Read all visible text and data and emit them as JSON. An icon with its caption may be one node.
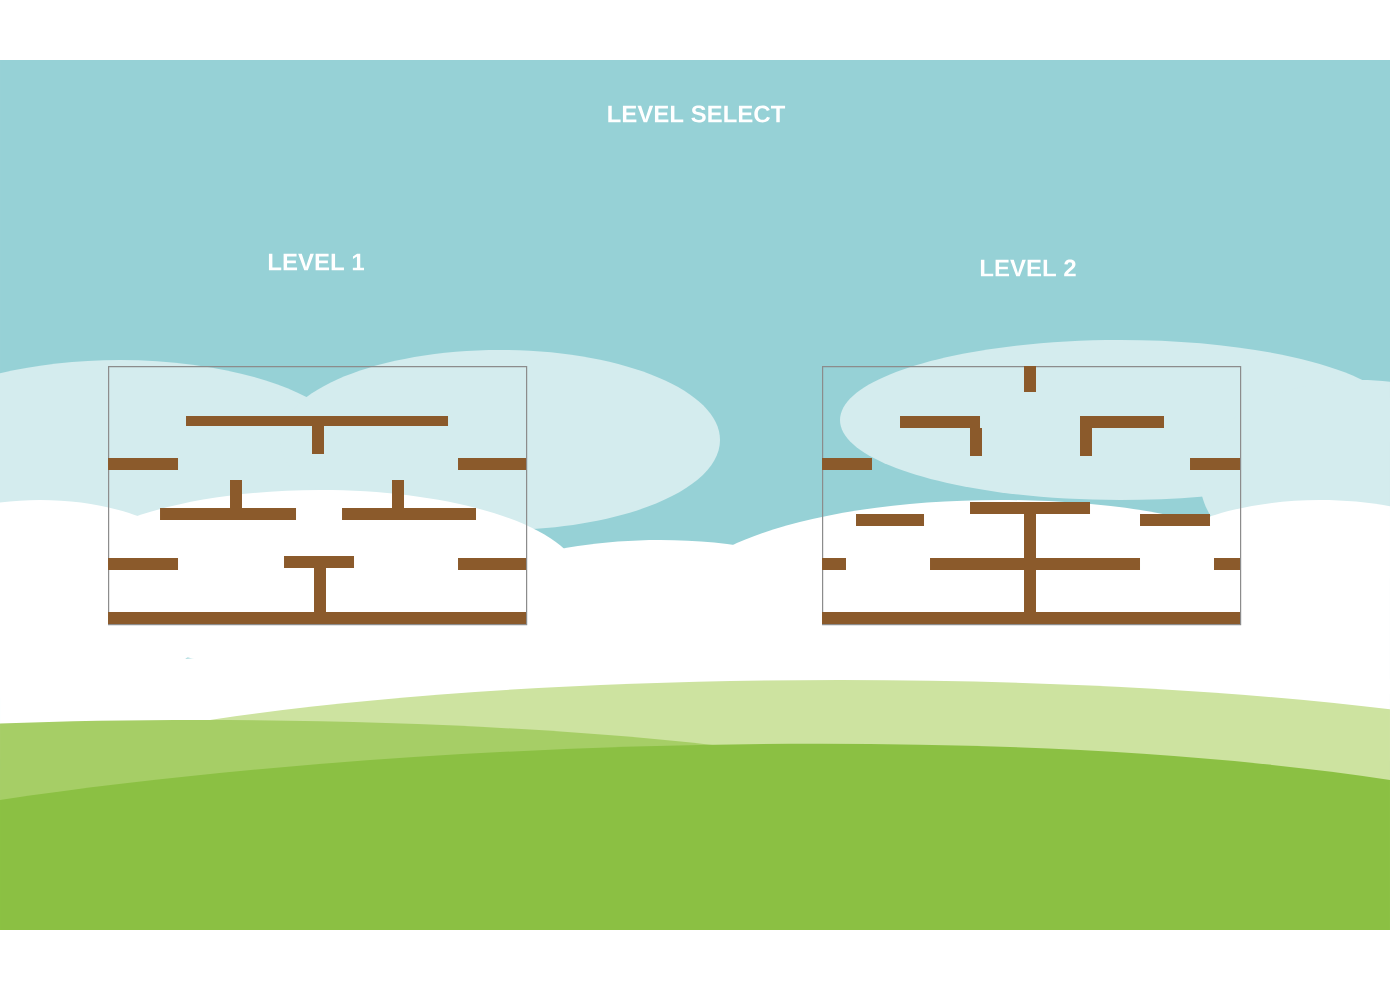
{
  "diagram": {
    "title": "LEVEL SELECT",
    "nodes": [
      {
        "text": [
          "LEVEL 1"
        ]
      },
      {
        "text": [
          "LEVEL 2"
        ]
      }
    ]
  }
}
